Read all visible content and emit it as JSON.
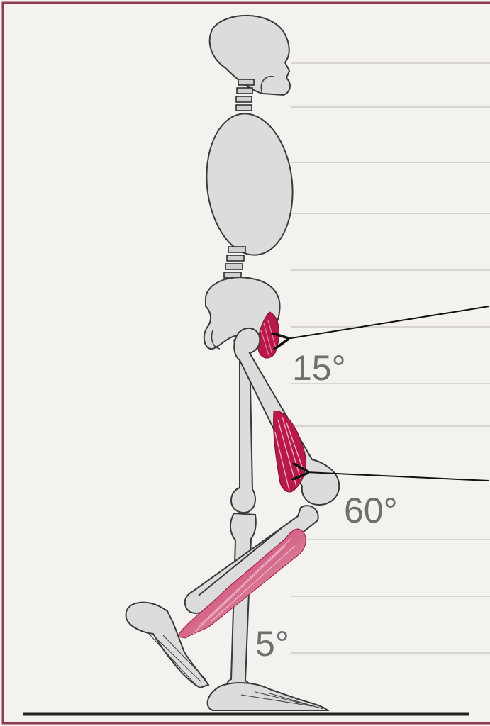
{
  "labels": {
    "hip_angle": "15°",
    "knee_angle": "60°",
    "ankle_angle": "5°"
  },
  "colors": {
    "bone_fill": "#dcdcdc",
    "bone_stroke": "#3a3a3a",
    "muscle": "#b8184a",
    "muscle_light": "#e58aa8",
    "frame": "#8c3b50",
    "label": "#6f6f6f",
    "ground": "#222222"
  }
}
